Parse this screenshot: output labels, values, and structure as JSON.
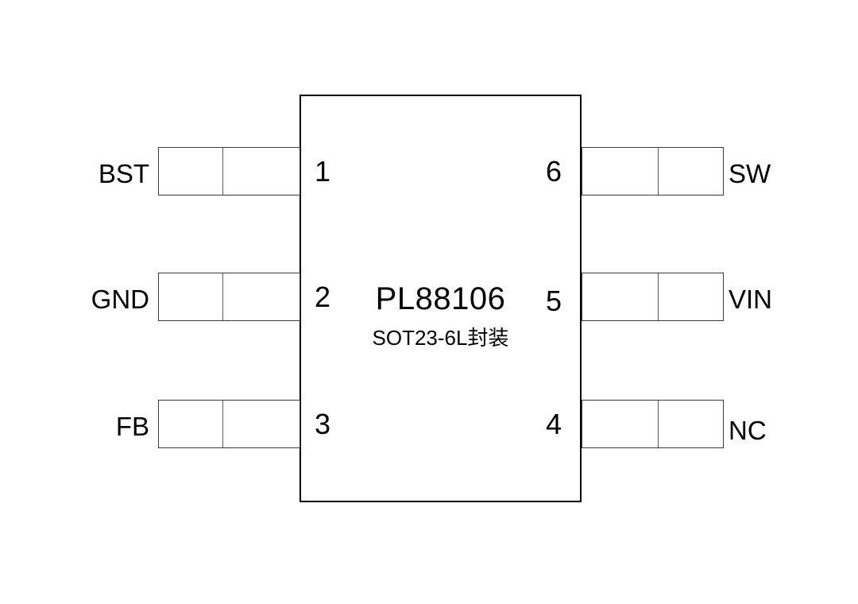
{
  "diagram": {
    "title": "PL88106",
    "subtitle": "SOT23-6L封装",
    "package": "SOT23-6L",
    "colors": {
      "background": "#ffffff",
      "chip_border": "#000000",
      "pin_outline": "#3a3a3a",
      "text": "#000000"
    },
    "pins": {
      "left": [
        {
          "number": "1",
          "label": "BST"
        },
        {
          "number": "2",
          "label": "GND"
        },
        {
          "number": "3",
          "label": "FB"
        }
      ],
      "right": [
        {
          "number": "6",
          "label": "SW"
        },
        {
          "number": "5",
          "label": "VIN"
        },
        {
          "number": "4",
          "label": "NC"
        }
      ]
    }
  }
}
